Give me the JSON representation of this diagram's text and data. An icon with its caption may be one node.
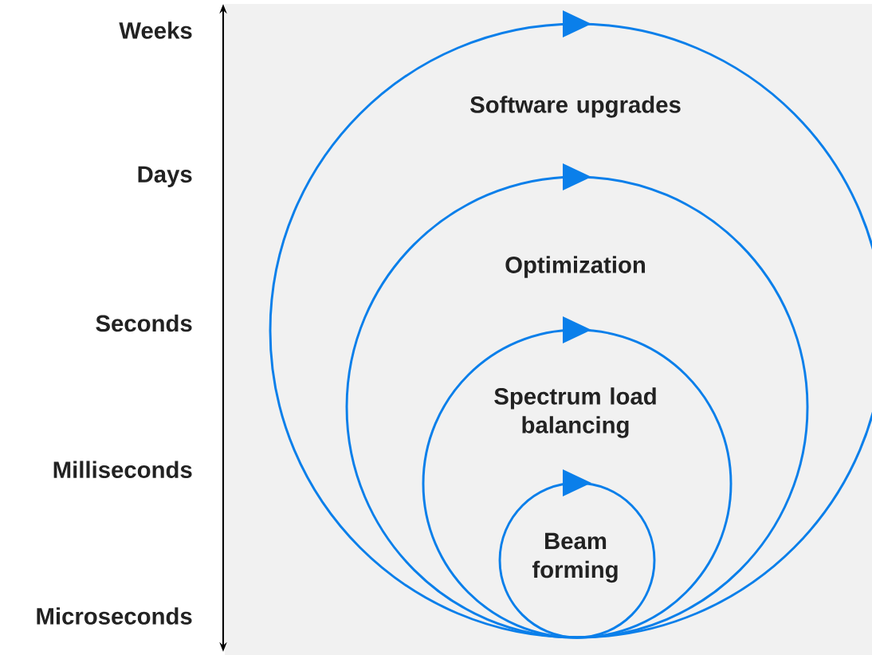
{
  "diagram": {
    "nodes": [
      {
        "text": [
          "Software upgrades"
        ]
      },
      {
        "text": [
          "Optimization"
        ],
        "in": 0
      },
      {
        "text": [
          "Spectrum load balancing"
        ],
        "in": 1
      },
      {
        "text": [
          "Beam forming"
        ],
        "in": 2
      }
    ],
    "labels": [
      "Weeks",
      "Days",
      "Seconds",
      "Milliseconds",
      "Microseconds"
    ]
  }
}
